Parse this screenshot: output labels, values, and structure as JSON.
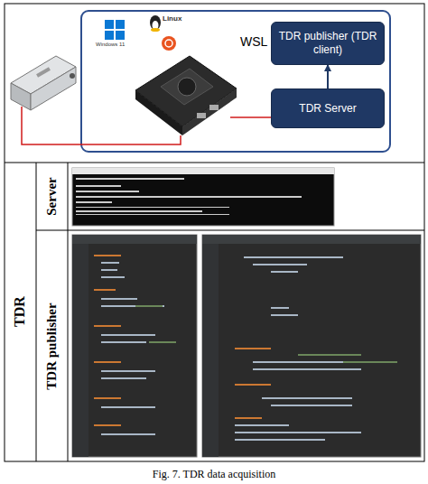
{
  "diagram": {
    "caption": "Fig. 7. TDR data acquisition",
    "nodes": [
      {
        "text": [
          "TDR publisher (TDR client)"
        ]
      },
      {
        "text": [
          "TDR Server"
        ]
      }
    ],
    "edges": [
      {
        "from": 1,
        "to": 0,
        "arrow": "to"
      }
    ],
    "labels": [
      "Windows 11",
      "Linux",
      "WSL",
      "TDR",
      "Server",
      "TDR publisher"
    ]
  }
}
